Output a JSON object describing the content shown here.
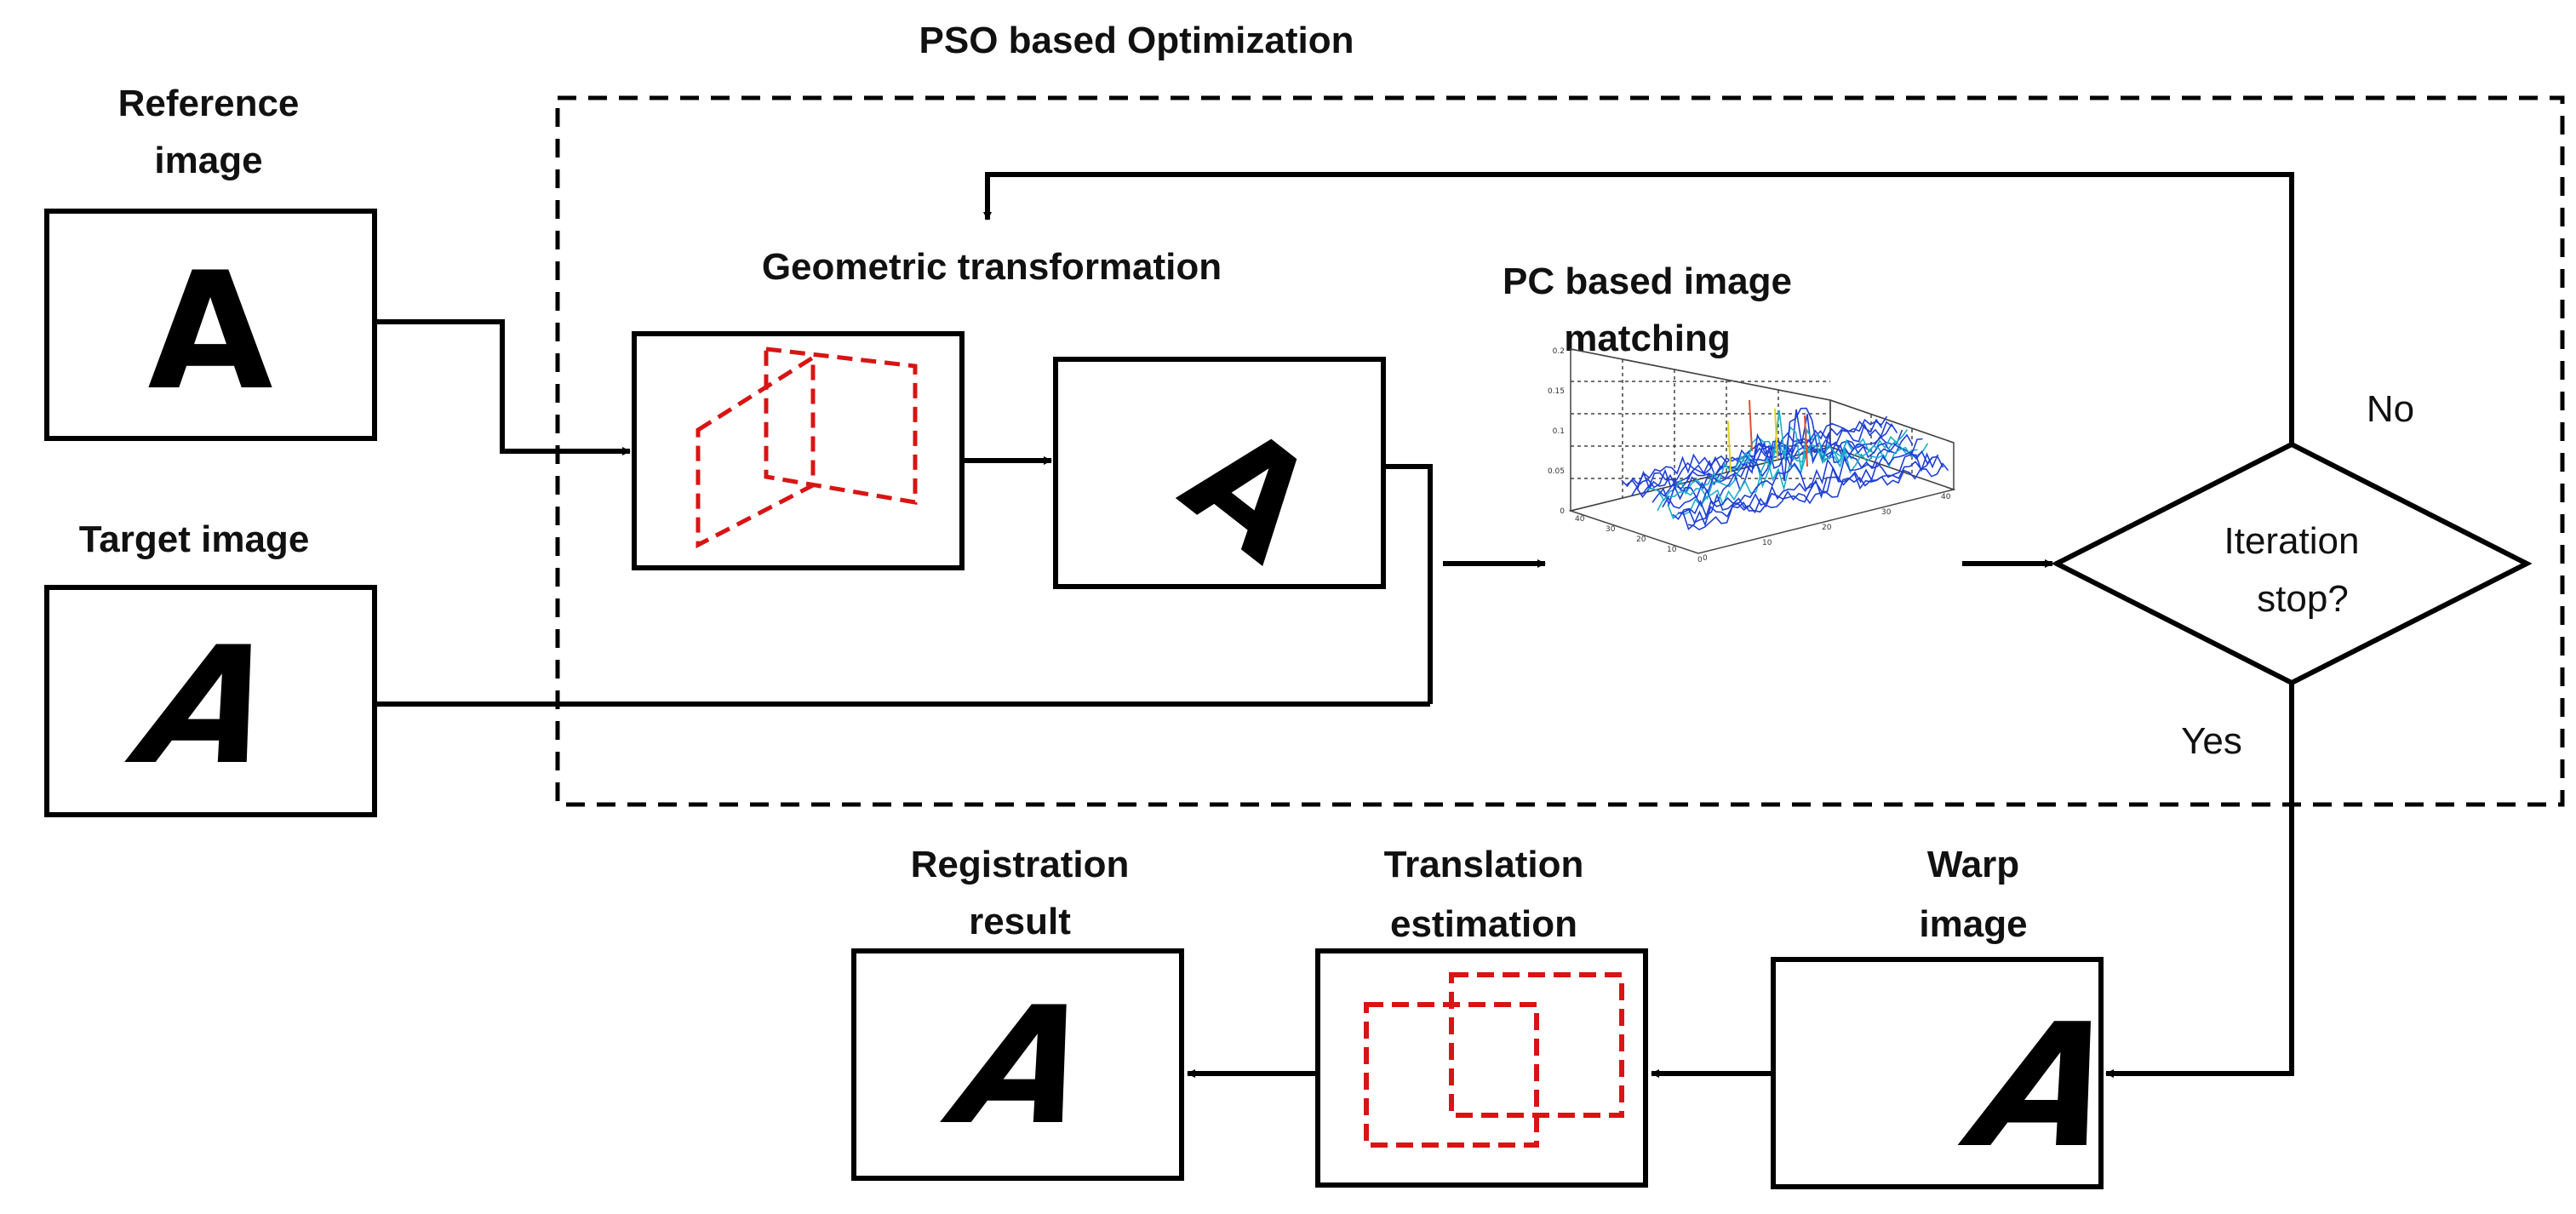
{
  "labels": {
    "pso_title": "PSO based Optimization",
    "reference_l1": "Reference",
    "reference_l2": "image",
    "target": "Target image",
    "geometric": "Geometric transformation",
    "pc_l1": "PC based image",
    "pc_l2": "matching",
    "decision_l1": "Iteration",
    "decision_l2": "stop?",
    "no": "No",
    "yes": "Yes",
    "registration_l1": "Registration",
    "registration_l2": "result",
    "translation_l1": "Translation",
    "translation_l2": "estimation",
    "warp_l1": "Warp",
    "warp_l2": "image"
  },
  "glyphs": {
    "reference": "A",
    "target": "A",
    "transformed": "A",
    "warp": "A",
    "registration": "A"
  },
  "plot_ticks": {
    "z": [
      "0.2",
      "0.15",
      "0.1",
      "0.05",
      "0"
    ],
    "x": [
      "40",
      "30",
      "20",
      "10",
      "0"
    ],
    "y": [
      "0",
      "10",
      "20",
      "30",
      "40"
    ]
  },
  "colors": {
    "line": "#000000",
    "dashed_frame": "#d81414",
    "peak_blue": "#1f3fd6",
    "peak_hot": "#e0d020"
  }
}
